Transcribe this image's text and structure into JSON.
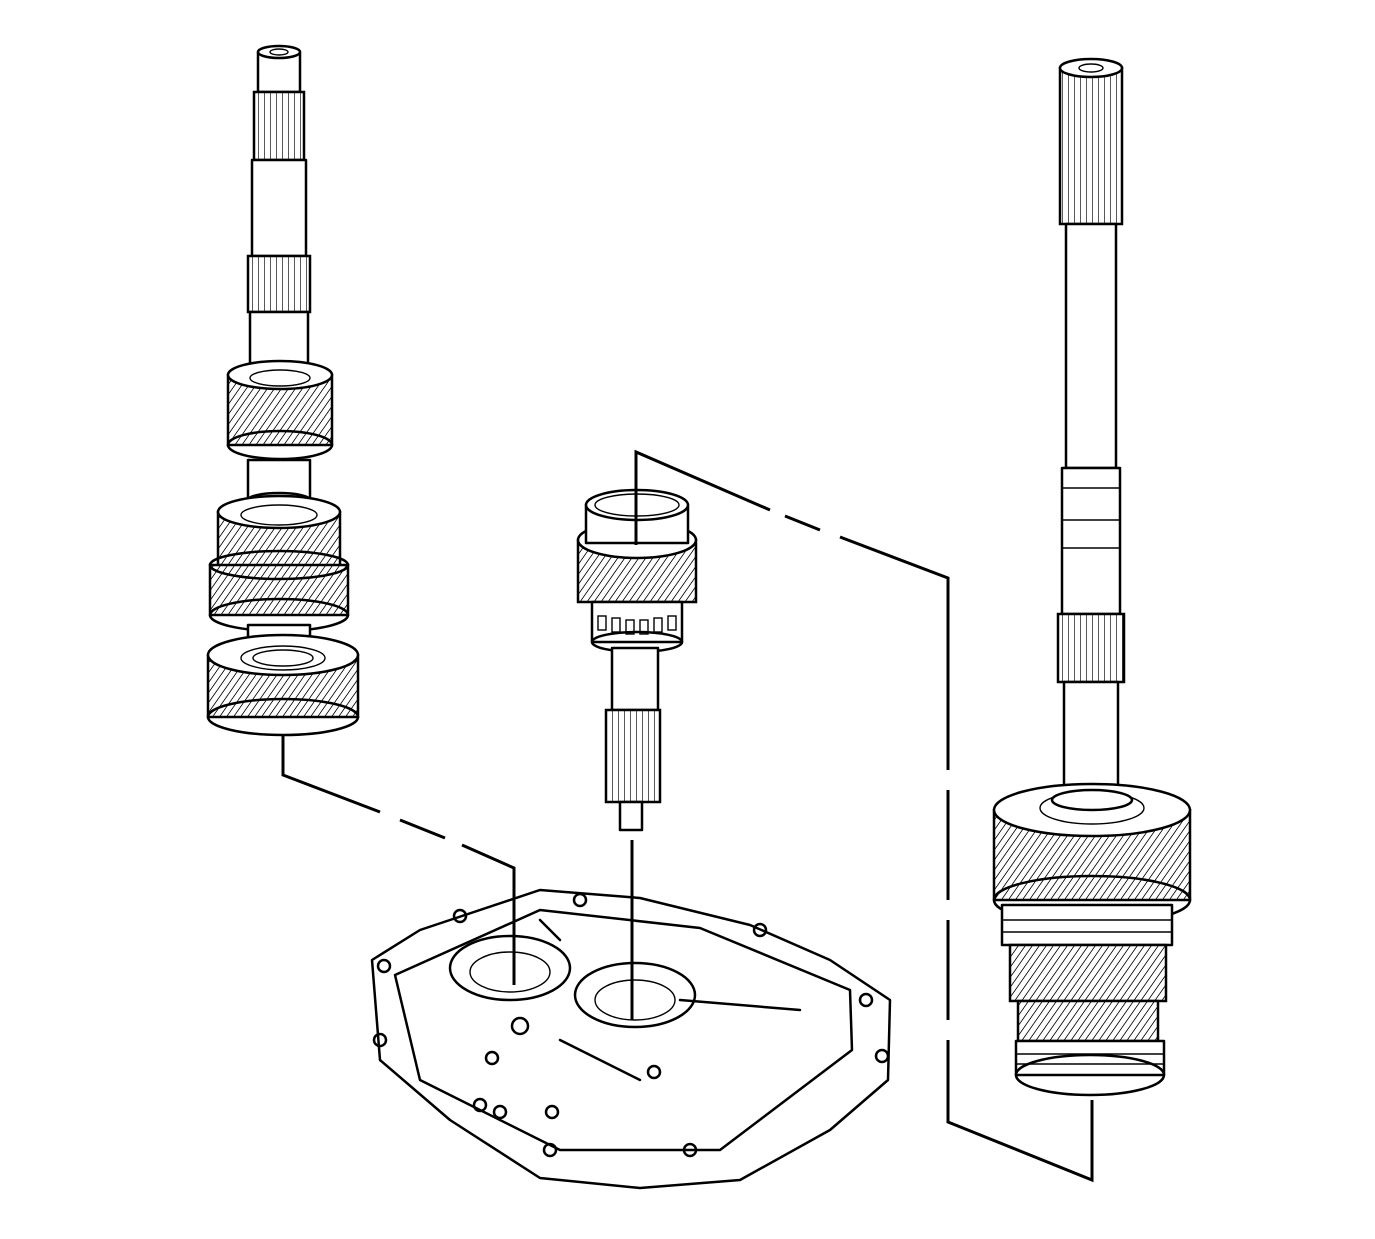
{
  "figure": {
    "kind": "exploded-assembly-line-drawing",
    "colors": {
      "line": "#000000",
      "background": "#ffffff"
    },
    "components": [
      {
        "id": "left-shaft",
        "name_icon": "gear-shaft-icon"
      },
      {
        "id": "center-shaft",
        "name_icon": "input-shaft-icon"
      },
      {
        "id": "right-shaft",
        "name_icon": "gear-cluster-shaft-icon"
      },
      {
        "id": "housing",
        "name_icon": "transmission-case-icon"
      }
    ],
    "leader_lines": [
      {
        "from": "left-shaft",
        "to": "housing",
        "style": "broken"
      },
      {
        "from": "center-shaft",
        "to": "housing",
        "style": "solid"
      },
      {
        "from": "right-shaft",
        "to": "center-shaft",
        "style": "broken"
      }
    ]
  }
}
